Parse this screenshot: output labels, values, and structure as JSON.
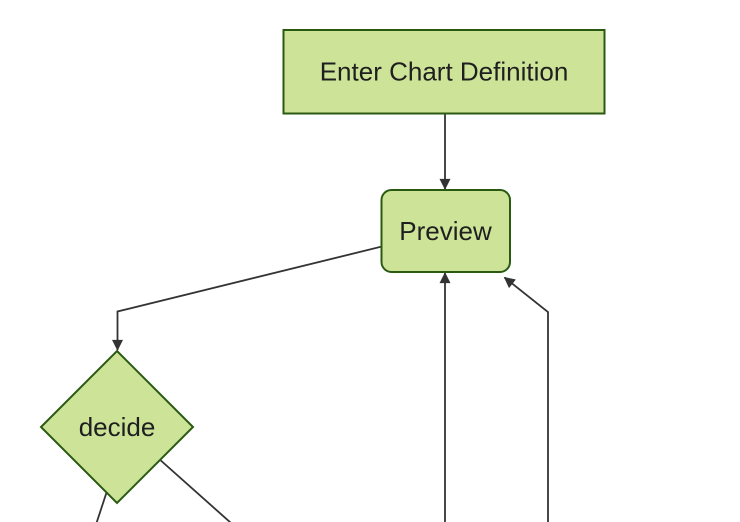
{
  "diagram": {
    "type": "flowchart",
    "orientation": "top-down",
    "nodes": [
      {
        "id": "enter-chart-definition",
        "label": "Enter Chart Definition",
        "shape": "rectangle"
      },
      {
        "id": "preview",
        "label": "Preview",
        "shape": "rounded-rectangle"
      },
      {
        "id": "decide",
        "label": "decide",
        "shape": "diamond"
      }
    ],
    "edges": [
      {
        "from": "enter-chart-definition",
        "to": "preview",
        "arrowhead": true
      },
      {
        "from": "preview",
        "to": "decide",
        "arrowhead": true
      },
      {
        "from": "below-viewport-center",
        "to": "preview",
        "arrowhead": true
      },
      {
        "from": "below-viewport-right",
        "to": "preview",
        "arrowhead": true
      },
      {
        "from": "decide",
        "to": "below-viewport-left",
        "arrowhead": false
      },
      {
        "from": "decide",
        "to": "below-viewport-right",
        "arrowhead": false
      }
    ],
    "colors": {
      "node_fill": "#cde498",
      "node_border": "#2a5a12",
      "edge_line": "#333333",
      "arrowhead": "#333333",
      "label_text": "#1f1f1f",
      "background": "#ffffff"
    }
  }
}
